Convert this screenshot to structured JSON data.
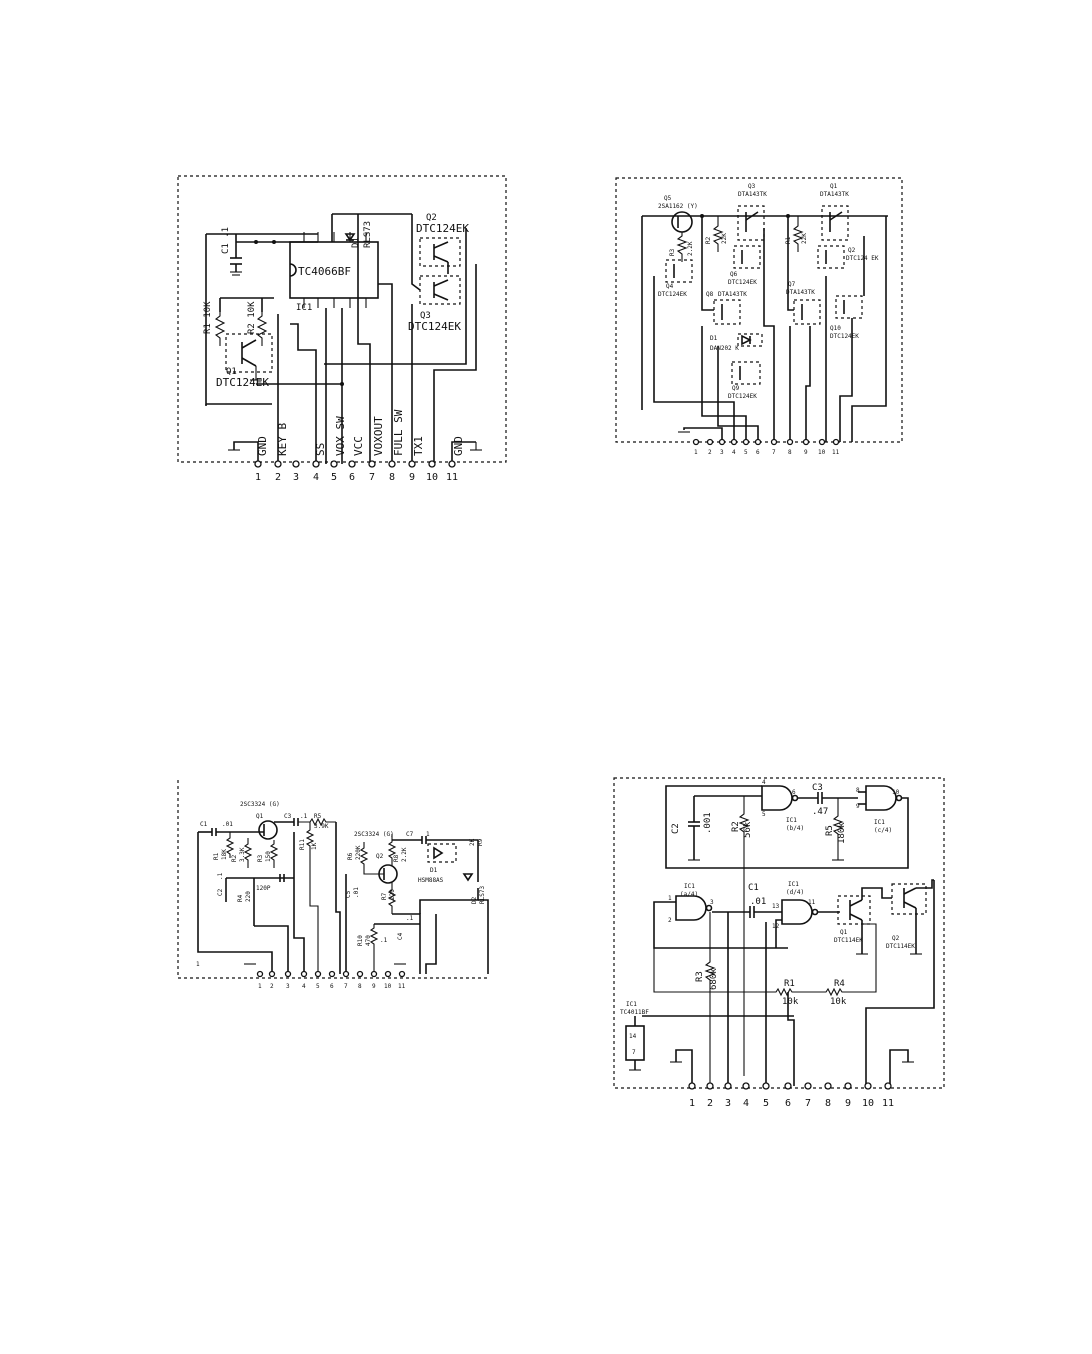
{
  "diagrams": [
    {
      "id": "vox-unit",
      "pins": [
        "1",
        "2",
        "3",
        "4",
        "5",
        "6",
        "7",
        "8",
        "9",
        "10",
        "11"
      ],
      "pin_labels": [
        "GND",
        "KEY B",
        "SS",
        "VOX SW",
        "VCC",
        "VOXOUT",
        "FULL SW",
        "TX1",
        "GND"
      ],
      "components": {
        "ic1": "TC4066BF",
        "ic1_ref": "IC1",
        "c1": "C1 .1",
        "r1": "R1 10K",
        "r2": "R2 10K",
        "d1": "D1",
        "rls": "RLS73",
        "q1": "Q1",
        "q1_type": "DTC124EK",
        "q2": "Q2",
        "q2_type": "DTC124EK",
        "q3": "Q3",
        "q3_type": "DTC124EK"
      }
    },
    {
      "id": "transistor-logic-unit",
      "pins": [
        "1",
        "2",
        "3",
        "4",
        "5",
        "6",
        "7",
        "8",
        "9",
        "10",
        "11"
      ],
      "components": {
        "q5": "Q5",
        "q5_type": "2SA1162 (Y)",
        "q3": "Q3",
        "q3_type": "DTA143TK",
        "q1": "Q1",
        "q1_type": "DTA143TK",
        "r3": "R3",
        "r3_val": "2.2K",
        "r2": "R2",
        "r2_val": "22K",
        "r1": "R1",
        "r1_val": "22K",
        "q2": "Q2",
        "q2_type": "DTC124 EK",
        "q4": "Q4",
        "q4_type": "DTC124EK",
        "q6": "Q6",
        "q6_type": "DTC124EK",
        "q8": "Q8",
        "q8_type": "DTA143TK",
        "q7": "Q7",
        "q7_type": "DTA143TK",
        "q10": "Q10",
        "q10_type": "DTC124EK",
        "d1": "D1",
        "d1_type": "DAN202 K",
        "q9": "Q9",
        "q9_type": "DTC124EK"
      }
    },
    {
      "id": "amplifier-unit",
      "pins": [
        "1",
        "2",
        "3",
        "4",
        "5",
        "6",
        "7",
        "8",
        "9",
        "10",
        "11"
      ],
      "components": {
        "q1_type": "2SC3324 (G)",
        "q1": "Q1",
        "q2_type": "2SC3324 (G)",
        "q2": "Q2",
        "c1": "C1",
        "c1_val": ".01",
        "c3": "C3",
        "c3_val": ".1",
        "r5": "R5",
        "r5_val": "3.9K",
        "r1": "R1",
        "r1_val": "18K",
        "r2": "R2",
        "r2_val": "3.3K",
        "r3": "R3",
        "r3_val": "150",
        "r11": "R11",
        "r11_val": "1K",
        "r6": "R6",
        "r6_val": "220K",
        "r8": "R8",
        "r8_val": "2.2K",
        "c7": "C7",
        "c7_val": "1",
        "d1": "D1",
        "d1_type": "HSM88AS",
        "r9": "R9",
        "r9_val": "2K",
        "c2": "C2",
        "c2_val": ".1",
        "r4": "R4",
        "r4_val": "220",
        "c_120p": "120P",
        "c5": "C5",
        "c5_val": ".01",
        "r7": "R7",
        "r7_val": "220",
        "d2": "D2",
        "d2_type": "RLS73",
        "r10": "R10",
        "r10_val": "470",
        "c4": "C4",
        "c4_val": ".1",
        "c6_val": ".1",
        "corner_mark": "1"
      }
    },
    {
      "id": "cmos-gate-unit",
      "pins": [
        "1",
        "2",
        "3",
        "4",
        "5",
        "6",
        "7",
        "8",
        "9",
        "10",
        "11"
      ],
      "components": {
        "c3": "C3",
        "c3_val": ".47",
        "c2": "C2",
        "c2_val": ".001",
        "r2": "R2",
        "r2_val": "56k",
        "ic1_b": "IC1",
        "ic1_b_sec": "(b/4)",
        "r5": "R5",
        "r5_val": "180k",
        "ic1_c": "IC1",
        "ic1_c_sec": "(c/4)",
        "ic1_a": "IC1",
        "ic1_a_sec": "(a/4)",
        "c1": "C1",
        "c1_val": ".01",
        "ic1_d": "IC1",
        "ic1_d_sec": "(d/4)",
        "q1": "Q1",
        "q1_type": "DTC114EK",
        "q2": "Q2",
        "q2_type": "DTC114EK",
        "r3": "R3",
        "r3_val": "680k",
        "r1": "R1",
        "r1_val": "10k",
        "r4": "R4",
        "r4_val": "10k",
        "ic1_pwr": "IC1",
        "ic1_pwr_type": "TC4011BF",
        "vdd_pin": "14",
        "vss_pin": "7",
        "gate_pins": [
          "4",
          "6",
          "5",
          "8",
          "9",
          "10",
          "1",
          "2",
          "3",
          "13",
          "12",
          "11"
        ]
      }
    }
  ]
}
